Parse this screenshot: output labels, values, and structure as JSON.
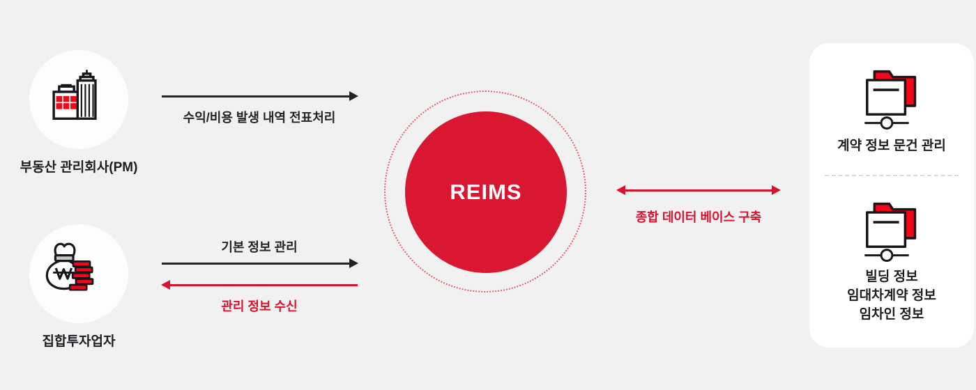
{
  "diagram_title": "REIMS system diagram",
  "colors": {
    "background": "#F1F1F2",
    "core_red": "#DA1730",
    "dotted_ring_red": "#E25E6B",
    "arrow_red": "#D8122E",
    "accent_red": "#F5071A",
    "ink_black": "#232327",
    "bubble_bg": "#FDFDFE",
    "card_bg": "#FFFFFF",
    "band_gray": "#C8C8C9"
  },
  "left_nodes": [
    {
      "id": "pm",
      "icon": "buildings-icon",
      "label": "부동산 관리회사(PM)"
    },
    {
      "id": "investor",
      "icon": "money-bag-icon",
      "label": "집합투자업자"
    }
  ],
  "flows": [
    {
      "id": "flow-1",
      "label": "수익/비용 발생 내역 전표처리",
      "direction": "right",
      "color": "black"
    },
    {
      "id": "flow-2",
      "label": "기본 정보 관리",
      "direction": "right",
      "color": "black"
    },
    {
      "id": "flow-3",
      "label": "관리 정보 수신",
      "direction": "left",
      "color": "red"
    },
    {
      "id": "flow-4",
      "label": "종합 데이터 베이스 구축",
      "direction": "both",
      "color": "red"
    }
  ],
  "center": {
    "label": "REIMS"
  },
  "card": {
    "items": [
      {
        "icon": "folder-network-icon",
        "lines": [
          "계약 정보 문건 관리"
        ]
      },
      {
        "icon": "folder-network-icon",
        "lines": [
          "빌딩 정보",
          "임대차계약 정보",
          "임차인 정보"
        ]
      }
    ]
  }
}
